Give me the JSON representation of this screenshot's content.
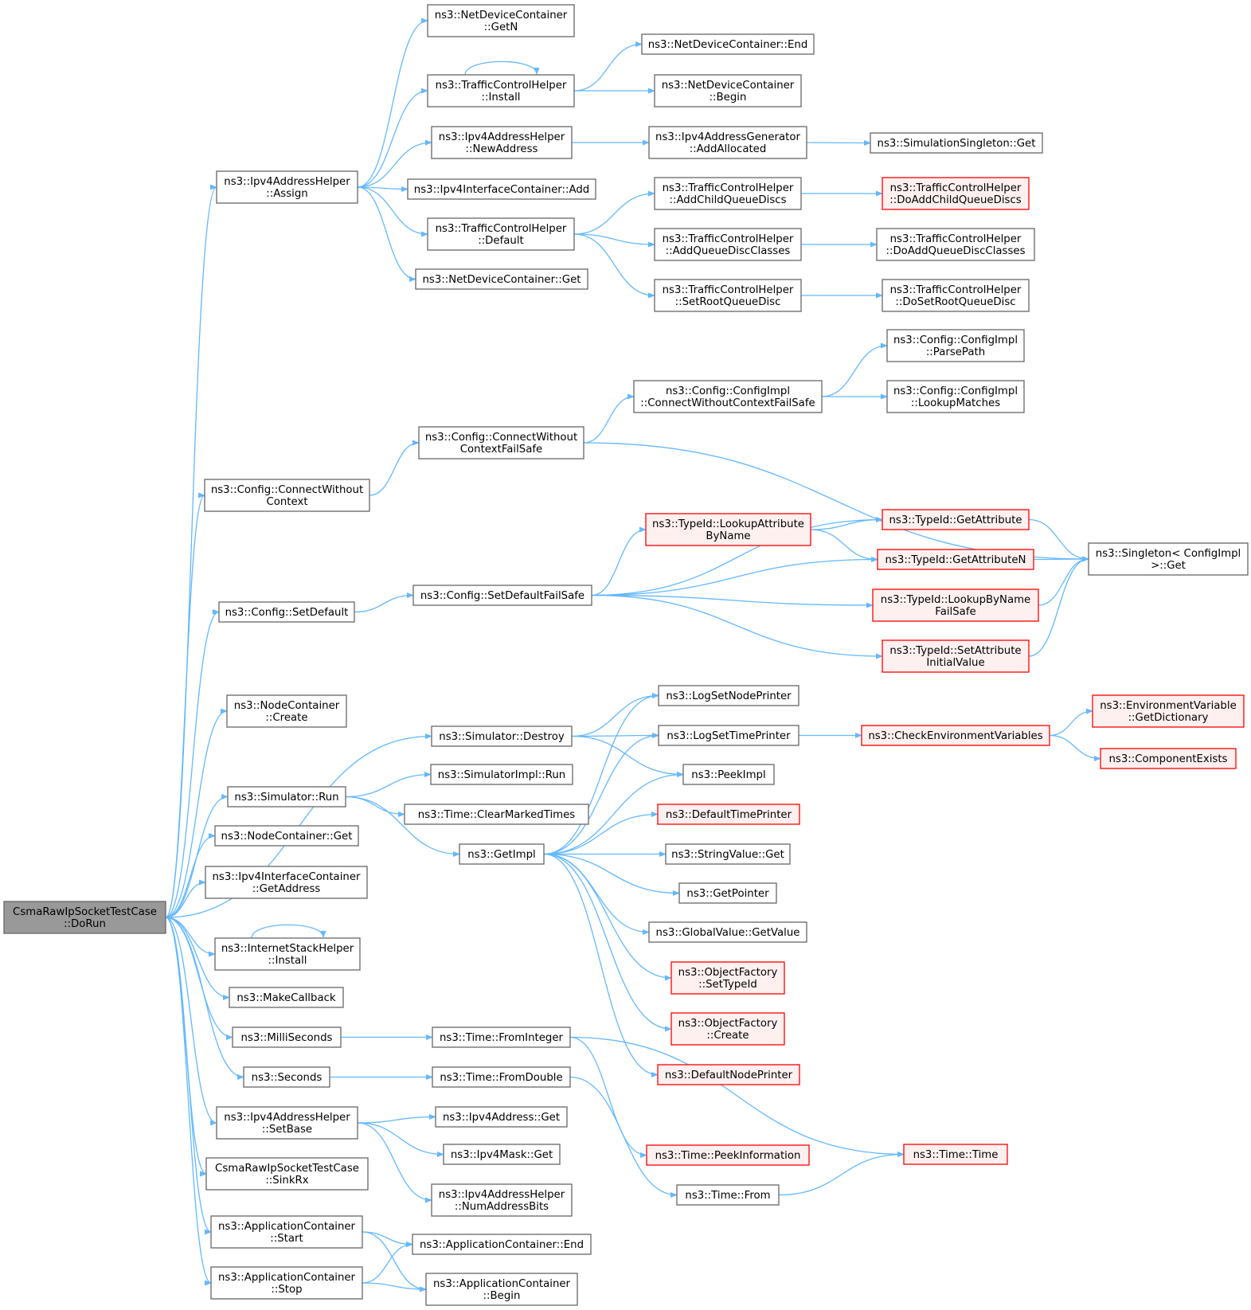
{
  "colors": {
    "edge": "#63b8ff",
    "node_border": "#666666",
    "node_fill": "#ffffff",
    "root_fill": "#999999",
    "root_border": "#666666",
    "truncated_border": "#ff0000",
    "truncated_fill": "#fff0f0"
  },
  "nodes": [
    {
      "id": "root",
      "lines": [
        "CsmaRawIpSocketTestCase",
        "::DoRun"
      ],
      "style": "root"
    },
    {
      "id": "assign",
      "lines": [
        "ns3::Ipv4AddressHelper",
        "::Assign"
      ],
      "style": "normal"
    },
    {
      "id": "ndc_getn",
      "lines": [
        "ns3::NetDeviceContainer",
        "::GetN"
      ],
      "style": "normal"
    },
    {
      "id": "tch_install",
      "lines": [
        "ns3::TrafficControlHelper",
        "::Install"
      ],
      "style": "normal"
    },
    {
      "id": "ndc_end",
      "lines": [
        "ns3::NetDeviceContainer::End"
      ],
      "style": "normal"
    },
    {
      "id": "ndc_begin",
      "lines": [
        "ns3::NetDeviceContainer",
        "::Begin"
      ],
      "style": "normal"
    },
    {
      "id": "newaddr",
      "lines": [
        "ns3::Ipv4AddressHelper",
        "::NewAddress"
      ],
      "style": "normal"
    },
    {
      "id": "addalloc",
      "lines": [
        "ns3::Ipv4AddressGenerator",
        "::AddAllocated"
      ],
      "style": "normal"
    },
    {
      "id": "simsingleton",
      "lines": [
        "ns3::SimulationSingleton::Get"
      ],
      "style": "normal"
    },
    {
      "id": "iic_add",
      "lines": [
        "ns3::Ipv4InterfaceContainer::Add"
      ],
      "style": "normal"
    },
    {
      "id": "tch_default",
      "lines": [
        "ns3::TrafficControlHelper",
        "::Default"
      ],
      "style": "normal"
    },
    {
      "id": "addchild",
      "lines": [
        "ns3::TrafficControlHelper",
        "::AddChildQueueDiscs"
      ],
      "style": "normal"
    },
    {
      "id": "doaddchild",
      "lines": [
        "ns3::TrafficControlHelper",
        "::DoAddChildQueueDiscs"
      ],
      "style": "truncated"
    },
    {
      "id": "addclasses",
      "lines": [
        "ns3::TrafficControlHelper",
        "::AddQueueDiscClasses"
      ],
      "style": "normal"
    },
    {
      "id": "doaddclasses",
      "lines": [
        "ns3::TrafficControlHelper",
        "::DoAddQueueDiscClasses"
      ],
      "style": "normal"
    },
    {
      "id": "ndc_get",
      "lines": [
        "ns3::NetDeviceContainer::Get"
      ],
      "style": "normal"
    },
    {
      "id": "setroot",
      "lines": [
        "ns3::TrafficControlHelper",
        "::SetRootQueueDisc"
      ],
      "style": "normal"
    },
    {
      "id": "dosetroot",
      "lines": [
        "ns3::TrafficControlHelper",
        "::DoSetRootQueueDisc"
      ],
      "style": "normal"
    },
    {
      "id": "parsepath",
      "lines": [
        "ns3::Config::ConfigImpl",
        "::ParsePath"
      ],
      "style": "normal"
    },
    {
      "id": "cwcfs_impl",
      "lines": [
        "ns3::Config::ConfigImpl",
        "::ConnectWithoutContextFailSafe"
      ],
      "style": "normal"
    },
    {
      "id": "lookupmatches",
      "lines": [
        "ns3::Config::ConfigImpl",
        "::LookupMatches"
      ],
      "style": "normal"
    },
    {
      "id": "cwcfs",
      "lines": [
        "ns3::Config::ConnectWithout",
        "ContextFailSafe"
      ],
      "style": "normal"
    },
    {
      "id": "cwc",
      "lines": [
        "ns3::Config::ConnectWithout",
        "Context"
      ],
      "style": "normal"
    },
    {
      "id": "lookupattr",
      "lines": [
        "ns3::TypeId::LookupAttribute",
        "ByName"
      ],
      "style": "truncated"
    },
    {
      "id": "getattr",
      "lines": [
        "ns3::TypeId::GetAttribute"
      ],
      "style": "truncated"
    },
    {
      "id": "getattrn",
      "lines": [
        "ns3::TypeId::GetAttributeN"
      ],
      "style": "truncated"
    },
    {
      "id": "singleton",
      "lines": [
        "ns3::Singleton< ConfigImpl",
        ">::Get"
      ],
      "style": "normal"
    },
    {
      "id": "setdefault",
      "lines": [
        "ns3::Config::SetDefault"
      ],
      "style": "normal"
    },
    {
      "id": "setdefaultfs",
      "lines": [
        "ns3::Config::SetDefaultFailSafe"
      ],
      "style": "normal"
    },
    {
      "id": "lookupbyname",
      "lines": [
        "ns3::TypeId::LookupByName",
        "FailSafe"
      ],
      "style": "truncated"
    },
    {
      "id": "setattrinit",
      "lines": [
        "ns3::TypeId::SetAttribute",
        "InitialValue"
      ],
      "style": "truncated"
    },
    {
      "id": "nc_create",
      "lines": [
        "ns3::NodeContainer",
        "::Create"
      ],
      "style": "normal"
    },
    {
      "id": "lognode",
      "lines": [
        "ns3::LogSetNodePrinter"
      ],
      "style": "normal"
    },
    {
      "id": "envdict",
      "lines": [
        "ns3::EnvironmentVariable",
        "::GetDictionary"
      ],
      "style": "truncated"
    },
    {
      "id": "destroy",
      "lines": [
        "ns3::Simulator::Destroy"
      ],
      "style": "normal"
    },
    {
      "id": "logtime",
      "lines": [
        "ns3::LogSetTimePrinter"
      ],
      "style": "normal"
    },
    {
      "id": "checkenv",
      "lines": [
        "ns3::CheckEnvironmentVariables"
      ],
      "style": "truncated"
    },
    {
      "id": "compexists",
      "lines": [
        "ns3::ComponentExists"
      ],
      "style": "truncated"
    },
    {
      "id": "peekimpl",
      "lines": [
        "ns3::PeekImpl"
      ],
      "style": "normal"
    },
    {
      "id": "simimpl_run",
      "lines": [
        "ns3::SimulatorImpl::Run"
      ],
      "style": "normal"
    },
    {
      "id": "sim_run",
      "lines": [
        "ns3::Simulator::Run"
      ],
      "style": "normal"
    },
    {
      "id": "clearmarked",
      "lines": [
        "ns3::Time::ClearMarkedTimes"
      ],
      "style": "normal"
    },
    {
      "id": "deftimeprinter",
      "lines": [
        "ns3::DefaultTimePrinter"
      ],
      "style": "truncated"
    },
    {
      "id": "nc_get",
      "lines": [
        "ns3::NodeContainer::Get"
      ],
      "style": "normal"
    },
    {
      "id": "getimpl",
      "lines": [
        "ns3::GetImpl"
      ],
      "style": "normal"
    },
    {
      "id": "stringvalue",
      "lines": [
        "ns3::StringValue::Get"
      ],
      "style": "normal"
    },
    {
      "id": "iic_getaddr",
      "lines": [
        "ns3::Ipv4InterfaceContainer",
        "::GetAddress"
      ],
      "style": "normal"
    },
    {
      "id": "getpointer",
      "lines": [
        "ns3::GetPointer"
      ],
      "style": "normal"
    },
    {
      "id": "globalvalue",
      "lines": [
        "ns3::GlobalValue::GetValue"
      ],
      "style": "normal"
    },
    {
      "id": "ish_install",
      "lines": [
        "ns3::InternetStackHelper",
        "::Install"
      ],
      "style": "normal"
    },
    {
      "id": "of_settypeid",
      "lines": [
        "ns3::ObjectFactory",
        "::SetTypeId"
      ],
      "style": "truncated"
    },
    {
      "id": "makecallback",
      "lines": [
        "ns3::MakeCallback"
      ],
      "style": "normal"
    },
    {
      "id": "of_create",
      "lines": [
        "ns3::ObjectFactory",
        "::Create"
      ],
      "style": "truncated"
    },
    {
      "id": "millis",
      "lines": [
        "ns3::MilliSeconds"
      ],
      "style": "normal"
    },
    {
      "id": "frominteger",
      "lines": [
        "ns3::Time::FromInteger"
      ],
      "style": "normal"
    },
    {
      "id": "defnodeprinter",
      "lines": [
        "ns3::DefaultNodePrinter"
      ],
      "style": "truncated"
    },
    {
      "id": "seconds",
      "lines": [
        "ns3::Seconds"
      ],
      "style": "normal"
    },
    {
      "id": "fromdouble",
      "lines": [
        "ns3::Time::FromDouble"
      ],
      "style": "normal"
    },
    {
      "id": "ipv4addr_get",
      "lines": [
        "ns3::Ipv4Address::Get"
      ],
      "style": "normal"
    },
    {
      "id": "setbase",
      "lines": [
        "ns3::Ipv4AddressHelper",
        "::SetBase"
      ],
      "style": "normal"
    },
    {
      "id": "ipv4mask_get",
      "lines": [
        "ns3::Ipv4Mask::Get"
      ],
      "style": "normal"
    },
    {
      "id": "peekinfo",
      "lines": [
        "ns3::Time::PeekInformation"
      ],
      "style": "truncated"
    },
    {
      "id": "timetime",
      "lines": [
        "ns3::Time::Time"
      ],
      "style": "truncated"
    },
    {
      "id": "sinkrx",
      "lines": [
        "CsmaRawIpSocketTestCase",
        "::SinkRx"
      ],
      "style": "normal"
    },
    {
      "id": "numaddrbits",
      "lines": [
        "ns3::Ipv4AddressHelper",
        "::NumAddressBits"
      ],
      "style": "normal"
    },
    {
      "id": "timefrom",
      "lines": [
        "ns3::Time::From"
      ],
      "style": "normal"
    },
    {
      "id": "ac_start",
      "lines": [
        "ns3::ApplicationContainer",
        "::Start"
      ],
      "style": "normal"
    },
    {
      "id": "ac_end",
      "lines": [
        "ns3::ApplicationContainer::End"
      ],
      "style": "normal"
    },
    {
      "id": "ac_stop",
      "lines": [
        "ns3::ApplicationContainer",
        "::Stop"
      ],
      "style": "normal"
    },
    {
      "id": "ac_begin",
      "lines": [
        "ns3::ApplicationContainer",
        "::Begin"
      ],
      "style": "normal"
    }
  ],
  "edges": [
    [
      "root",
      "assign"
    ],
    [
      "root",
      "cwc"
    ],
    [
      "root",
      "setdefault"
    ],
    [
      "root",
      "nc_create"
    ],
    [
      "root",
      "destroy"
    ],
    [
      "root",
      "sim_run"
    ],
    [
      "root",
      "nc_get"
    ],
    [
      "root",
      "iic_getaddr"
    ],
    [
      "root",
      "ish_install"
    ],
    [
      "root",
      "makecallback"
    ],
    [
      "root",
      "millis"
    ],
    [
      "root",
      "seconds"
    ],
    [
      "root",
      "setbase"
    ],
    [
      "root",
      "sinkrx"
    ],
    [
      "root",
      "ac_start"
    ],
    [
      "root",
      "ac_stop"
    ],
    [
      "assign",
      "ndc_getn"
    ],
    [
      "assign",
      "tch_install"
    ],
    [
      "assign",
      "newaddr"
    ],
    [
      "assign",
      "iic_add"
    ],
    [
      "assign",
      "tch_default"
    ],
    [
      "assign",
      "ndc_get"
    ],
    [
      "tch_install",
      "tch_install"
    ],
    [
      "tch_install",
      "ndc_end"
    ],
    [
      "tch_install",
      "ndc_begin"
    ],
    [
      "newaddr",
      "addalloc"
    ],
    [
      "addalloc",
      "simsingleton"
    ],
    [
      "tch_default",
      "addchild"
    ],
    [
      "tch_default",
      "addclasses"
    ],
    [
      "tch_default",
      "setroot"
    ],
    [
      "addchild",
      "doaddchild"
    ],
    [
      "addclasses",
      "doaddclasses"
    ],
    [
      "setroot",
      "dosetroot"
    ],
    [
      "cwc",
      "cwcfs"
    ],
    [
      "cwcfs",
      "cwcfs_impl"
    ],
    [
      "cwcfs",
      "singleton"
    ],
    [
      "cwcfs_impl",
      "parsepath"
    ],
    [
      "cwcfs_impl",
      "lookupmatches"
    ],
    [
      "setdefault",
      "setdefaultfs"
    ],
    [
      "setdefaultfs",
      "getattr"
    ],
    [
      "setdefaultfs",
      "lookupattr"
    ],
    [
      "setdefaultfs",
      "getattrn"
    ],
    [
      "setdefaultfs",
      "lookupbyname"
    ],
    [
      "setdefaultfs",
      "setattrinit"
    ],
    [
      "lookupattr",
      "getattr"
    ],
    [
      "lookupattr",
      "getattrn"
    ],
    [
      "getattr",
      "singleton"
    ],
    [
      "getattrn",
      "singleton"
    ],
    [
      "lookupbyname",
      "singleton"
    ],
    [
      "setattrinit",
      "singleton"
    ],
    [
      "destroy",
      "lognode"
    ],
    [
      "destroy",
      "logtime"
    ],
    [
      "destroy",
      "peekimpl"
    ],
    [
      "logtime",
      "checkenv"
    ],
    [
      "checkenv",
      "envdict"
    ],
    [
      "checkenv",
      "compexists"
    ],
    [
      "sim_run",
      "simimpl_run"
    ],
    [
      "sim_run",
      "clearmarked"
    ],
    [
      "sim_run",
      "getimpl"
    ],
    [
      "getimpl",
      "lognode"
    ],
    [
      "getimpl",
      "logtime"
    ],
    [
      "getimpl",
      "peekimpl"
    ],
    [
      "getimpl",
      "deftimeprinter"
    ],
    [
      "getimpl",
      "stringvalue"
    ],
    [
      "getimpl",
      "getpointer"
    ],
    [
      "getimpl",
      "globalvalue"
    ],
    [
      "getimpl",
      "of_settypeid"
    ],
    [
      "getimpl",
      "of_create"
    ],
    [
      "getimpl",
      "defnodeprinter"
    ],
    [
      "ish_install",
      "ish_install"
    ],
    [
      "millis",
      "frominteger"
    ],
    [
      "frominteger",
      "peekinfo"
    ],
    [
      "frominteger",
      "timetime"
    ],
    [
      "seconds",
      "fromdouble"
    ],
    [
      "fromdouble",
      "timefrom"
    ],
    [
      "timefrom",
      "timetime"
    ],
    [
      "setbase",
      "ipv4addr_get"
    ],
    [
      "setbase",
      "ipv4mask_get"
    ],
    [
      "setbase",
      "numaddrbits"
    ],
    [
      "ac_start",
      "ac_end"
    ],
    [
      "ac_start",
      "ac_begin"
    ],
    [
      "ac_stop",
      "ac_end"
    ],
    [
      "ac_stop",
      "ac_begin"
    ]
  ]
}
